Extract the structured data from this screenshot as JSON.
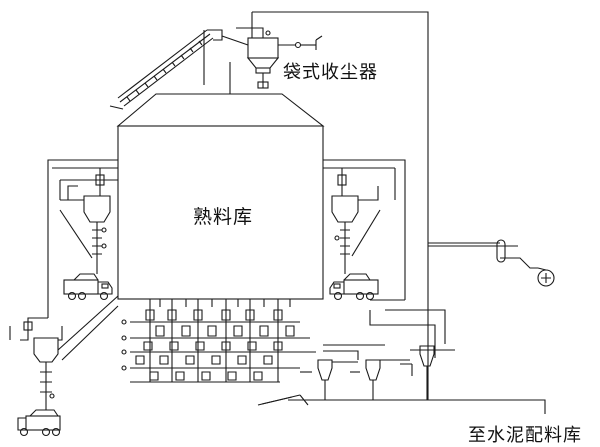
{
  "labels": {
    "bag_dust_collector": "袋式收尘器",
    "clinker_silo": "熟料库",
    "to_cement_batching": "至水泥配料库"
  },
  "colors": {
    "line": "#1a1a1a",
    "background": "#ffffff"
  }
}
